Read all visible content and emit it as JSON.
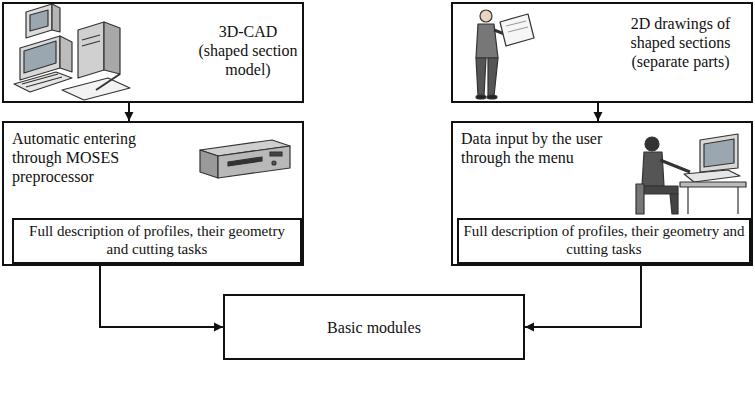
{
  "diagram": {
    "nodes": [
      {
        "text": [
          "3D-CAD (shaped section model)"
        ]
      },
      {
        "text": [
          "2D drawings of shaped sections (separate parts)"
        ]
      },
      {
        "text": [
          "Automatic entering through MOSES preprocessor"
        ]
      },
      {
        "text": [
          "Full description of profiles, their geometry and cutting tasks"
        ],
        "in": 2
      },
      {
        "text": [
          "Data input by the user through the menu"
        ]
      },
      {
        "text": [
          "Full description of profiles, their geometry and cutting tasks"
        ],
        "in": 4
      },
      {
        "text": [
          "Basic modules"
        ]
      }
    ],
    "edges": [
      {
        "from": 0,
        "to": 2,
        "arrow": "to"
      },
      {
        "from": 1,
        "to": 4,
        "arrow": "to"
      },
      {
        "from": 2,
        "to": 6,
        "arrow": "to"
      },
      {
        "from": 4,
        "to": 6,
        "arrow": "to"
      }
    ]
  }
}
